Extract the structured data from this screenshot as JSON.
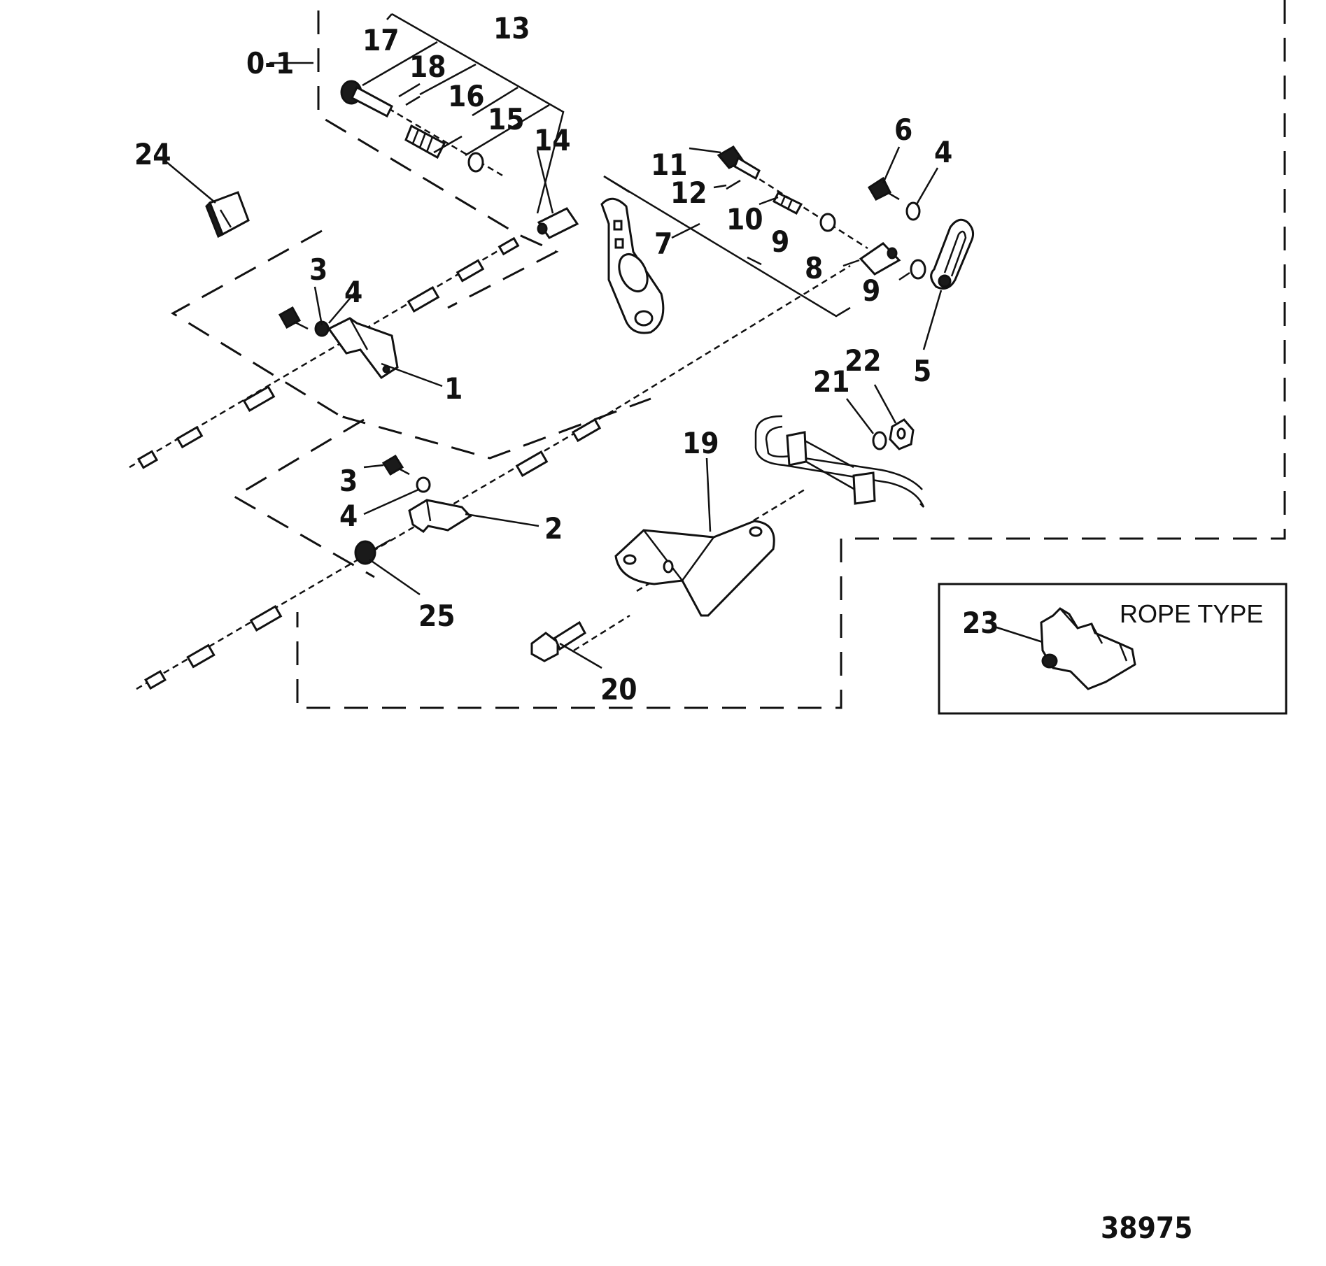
{
  "diagram": {
    "callouts": {
      "c1": "1",
      "c2": "2",
      "c3a": "3",
      "c3b": "3",
      "c4a": "4",
      "c4b": "4",
      "c4c": "4",
      "c5": "5",
      "c6": "6",
      "c7": "7",
      "c8": "8",
      "c9a": "9",
      "c9b": "9",
      "c10": "10",
      "c11": "11",
      "c12": "12",
      "c13": "13",
      "c14": "14",
      "c15": "15",
      "c16": "16",
      "c17": "17",
      "c18": "18",
      "c19": "19",
      "c20": "20",
      "c21": "21",
      "c22": "22",
      "c23": "23",
      "c24": "24",
      "c25": "25"
    },
    "ref_label": "0-1",
    "inset_title": "ROPE TYPE",
    "figure_number": "38975"
  }
}
